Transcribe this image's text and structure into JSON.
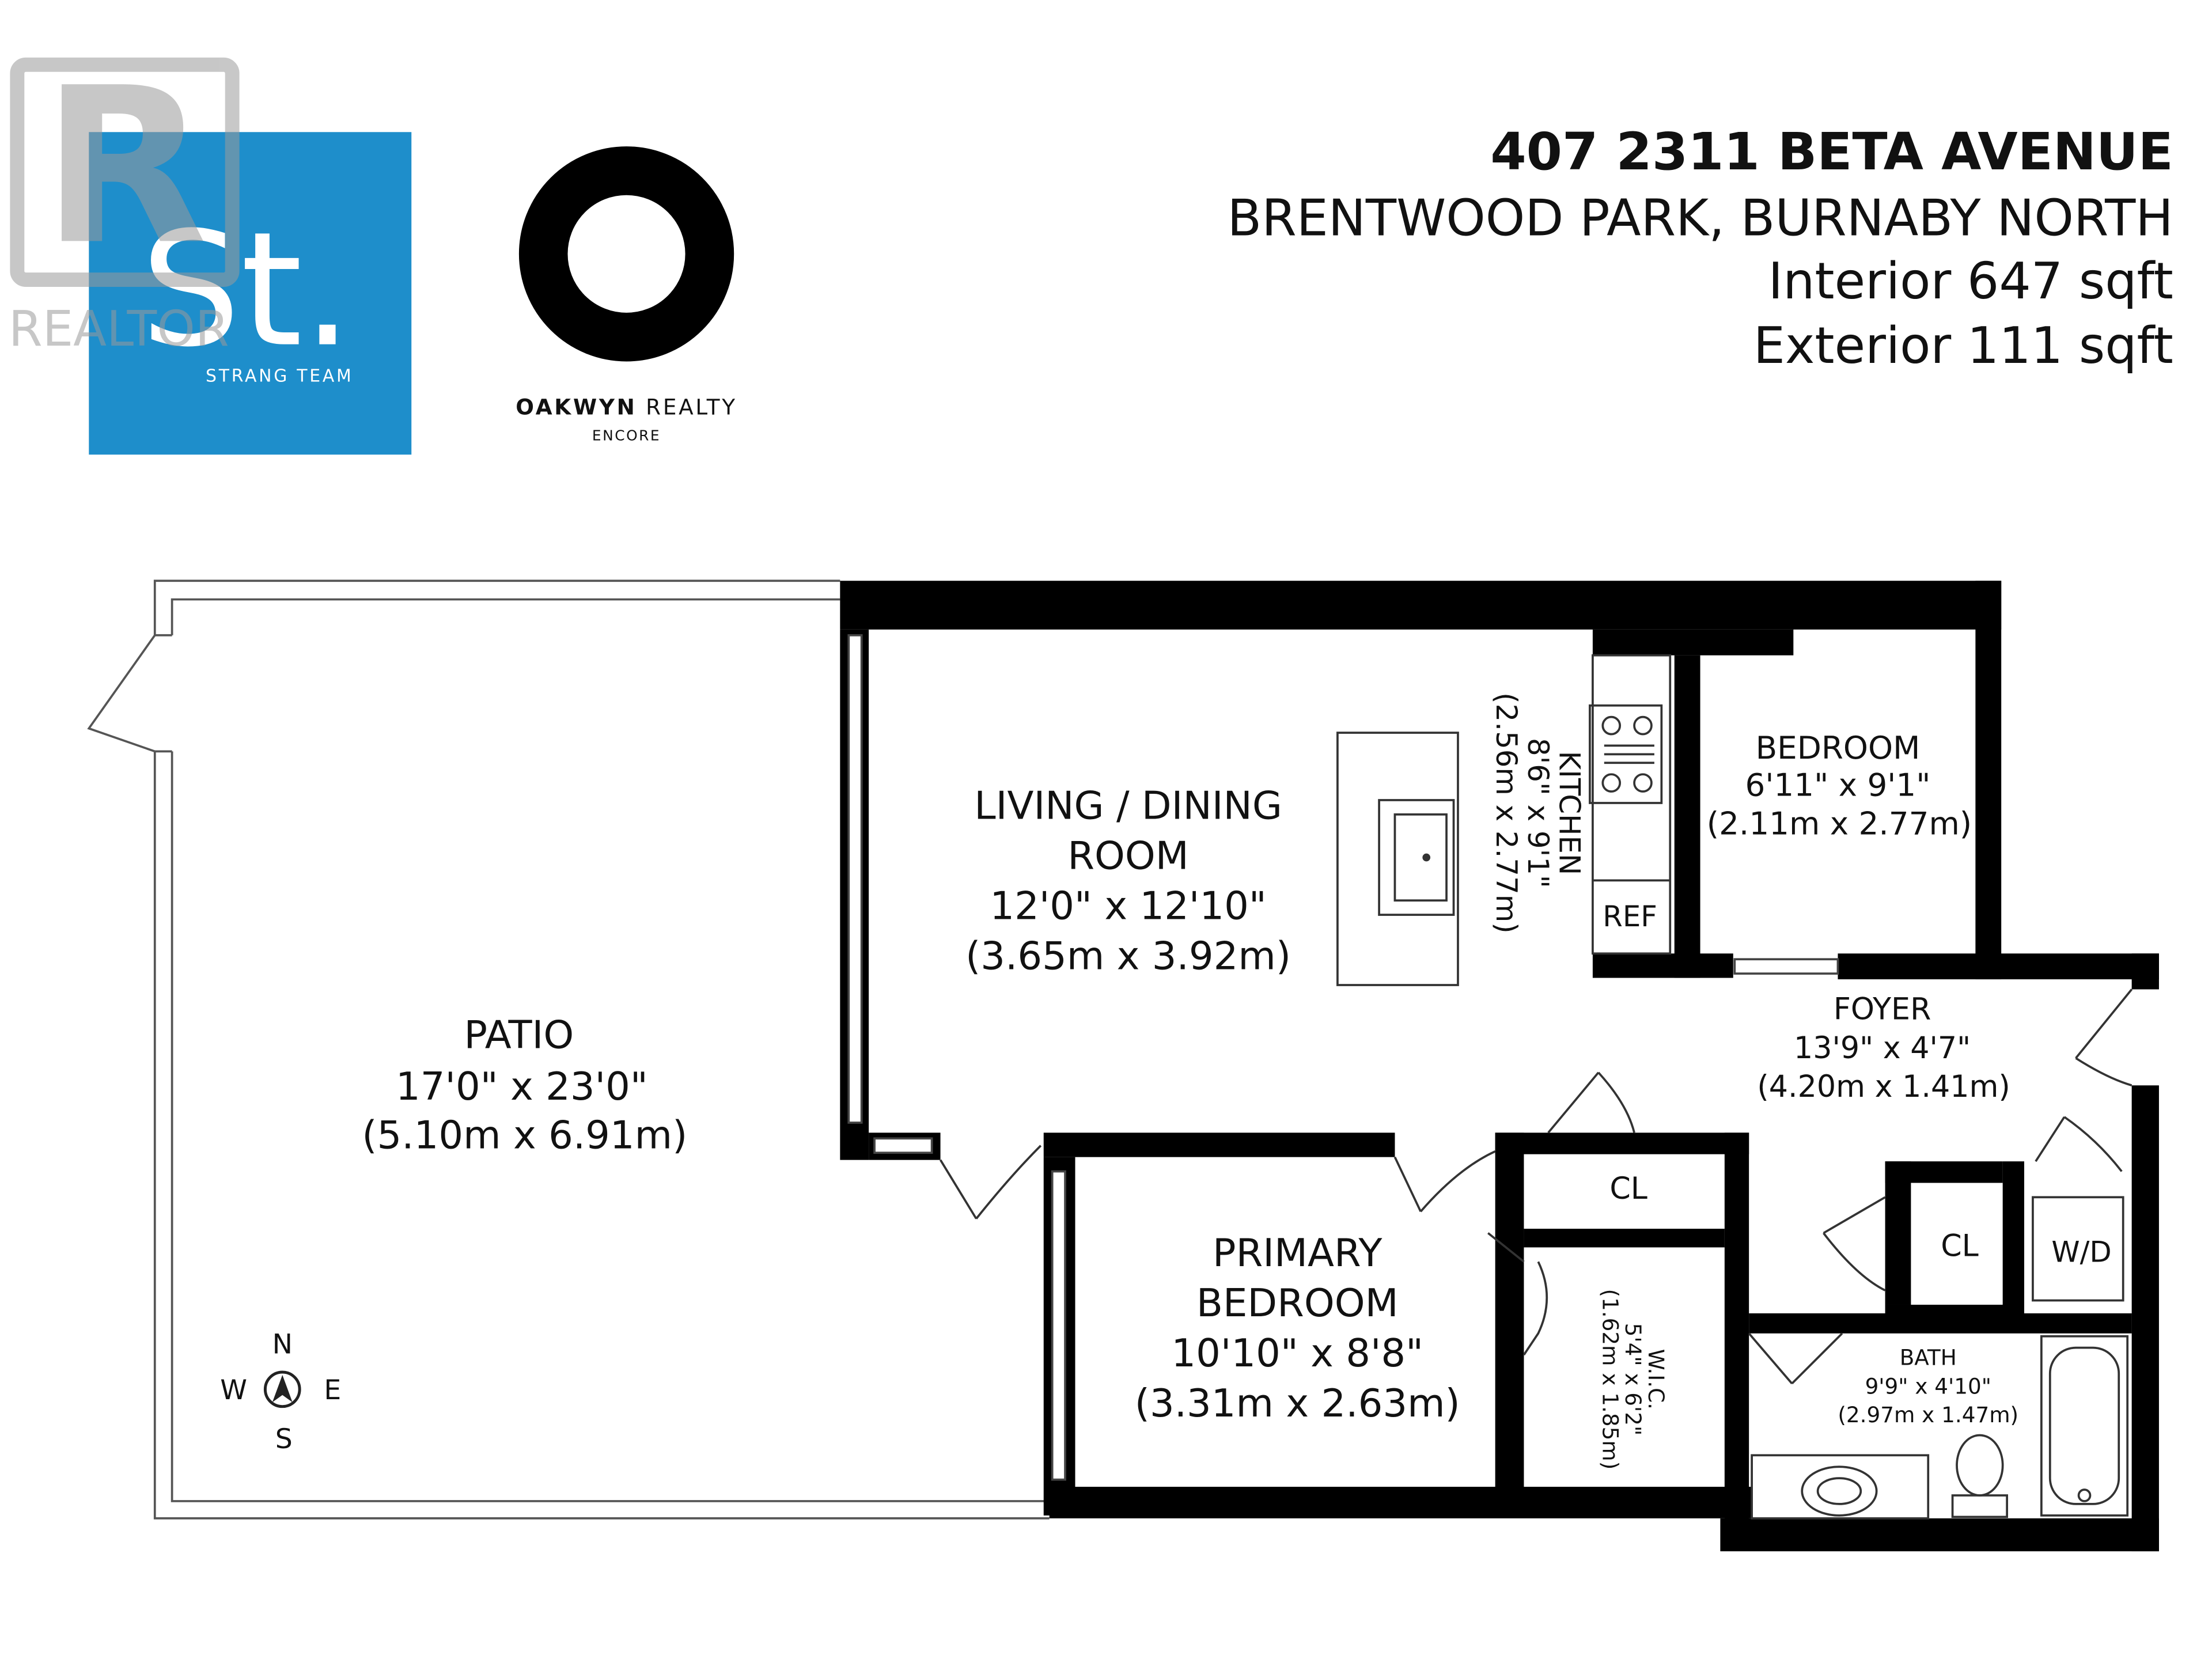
{
  "header": {
    "address": "407 2311 BETA AVENUE",
    "neighbourhood": "BRENTWOOD PARK, BURNABY NORTH",
    "interior": "Interior 647 sqft",
    "exterior": "Exterior 111 sqft"
  },
  "logos": {
    "realtor_text": "REALTOR",
    "team_mark": "St.",
    "team_name": "STRANG TEAM",
    "brokerage_main": "OAKWYN",
    "brokerage_second": "REALTY",
    "brokerage_branch": "ENCORE"
  },
  "rooms": {
    "patio": {
      "name": "PATIO",
      "imperial": "17'0\" x 23'0\"",
      "metric": "(5.10m x 6.91m)"
    },
    "living": {
      "name_line1": "LIVING / DINING",
      "name_line2": "ROOM",
      "imperial": "12'0\" x 12'10\"",
      "metric": "(3.65m x 3.92m)"
    },
    "kitchen": {
      "name": "KITCHEN",
      "imperial": "8'6\" x 9'1\"",
      "metric": "(2.56m x 2.77m)"
    },
    "ref": "REF",
    "bedroom": {
      "name": "BEDROOM",
      "imperial": "6'11\" x 9'1\"",
      "metric": "(2.11m x 2.77m)"
    },
    "foyer": {
      "name": "FOYER",
      "imperial": "13'9\" x 4'7\"",
      "metric": "(4.20m x 1.41m)"
    },
    "closet_1": "CL",
    "closet_2": "CL",
    "laundry": "W/D",
    "primary": {
      "name_line1": "PRIMARY",
      "name_line2": "BEDROOM",
      "imperial": "10'10\" x 8'8\"",
      "metric": "(3.31m x 2.63m)"
    },
    "wic": {
      "name": "W.I.C.",
      "imperial": "5'4\" x 6'2\"",
      "metric": "(1.62m x 1.85m)"
    },
    "bath": {
      "name": "BATH",
      "imperial": "9'9\" x 4'10\"",
      "metric": "(2.97m x 1.47m)"
    }
  },
  "compass": {
    "north": "N",
    "south": "S",
    "east": "E",
    "west": "W"
  },
  "colors": {
    "wall": "#000000",
    "logo_blue": "#1e8ecb",
    "watermark": "#9a9a9a",
    "text": "#111111"
  }
}
